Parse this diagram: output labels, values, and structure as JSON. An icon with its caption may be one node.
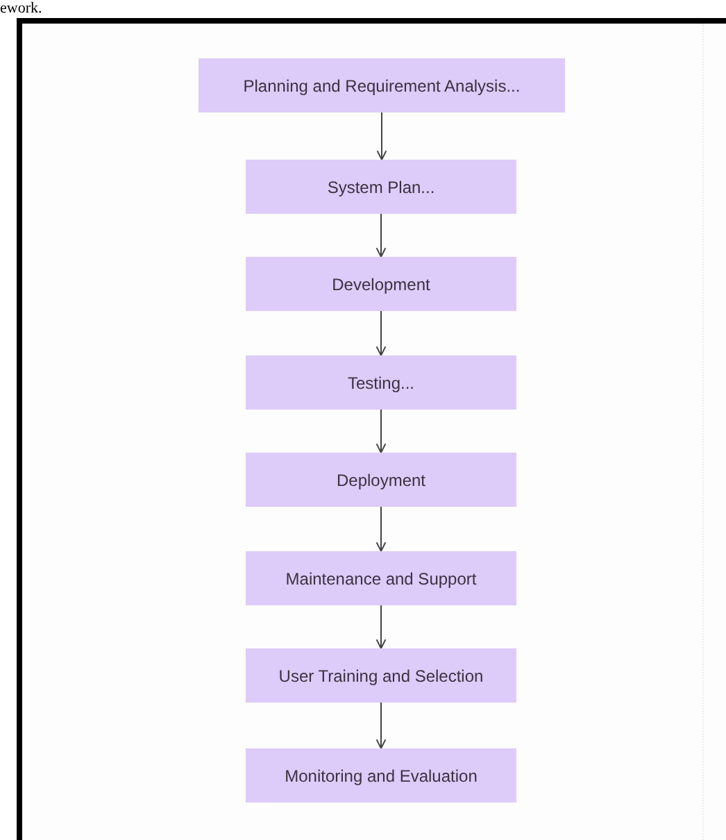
{
  "diagram": {
    "nodes": [
      {
        "text": [
          "Planning and Requirement Analysis..."
        ]
      },
      {
        "text": [
          "System Plan..."
        ]
      },
      {
        "text": [
          "Development"
        ]
      },
      {
        "text": [
          "Testing..."
        ]
      },
      {
        "text": [
          "Deployment"
        ]
      },
      {
        "text": [
          "Maintenance and Support"
        ]
      },
      {
        "text": [
          "User Training and Selection"
        ]
      },
      {
        "text": [
          "Monitoring and Evaluation"
        ]
      }
    ],
    "edges": [
      {
        "from": 0,
        "to": 1,
        "arrow": "to"
      },
      {
        "from": 1,
        "to": 2,
        "arrow": "to"
      },
      {
        "from": 2,
        "to": 3,
        "arrow": "to"
      },
      {
        "from": 3,
        "to": 4,
        "arrow": "to"
      },
      {
        "from": 4,
        "to": 5,
        "arrow": "to"
      },
      {
        "from": 5,
        "to": 6,
        "arrow": "to"
      },
      {
        "from": 6,
        "to": 7,
        "arrow": "to"
      }
    ],
    "labels": [
      "ework."
    ]
  }
}
